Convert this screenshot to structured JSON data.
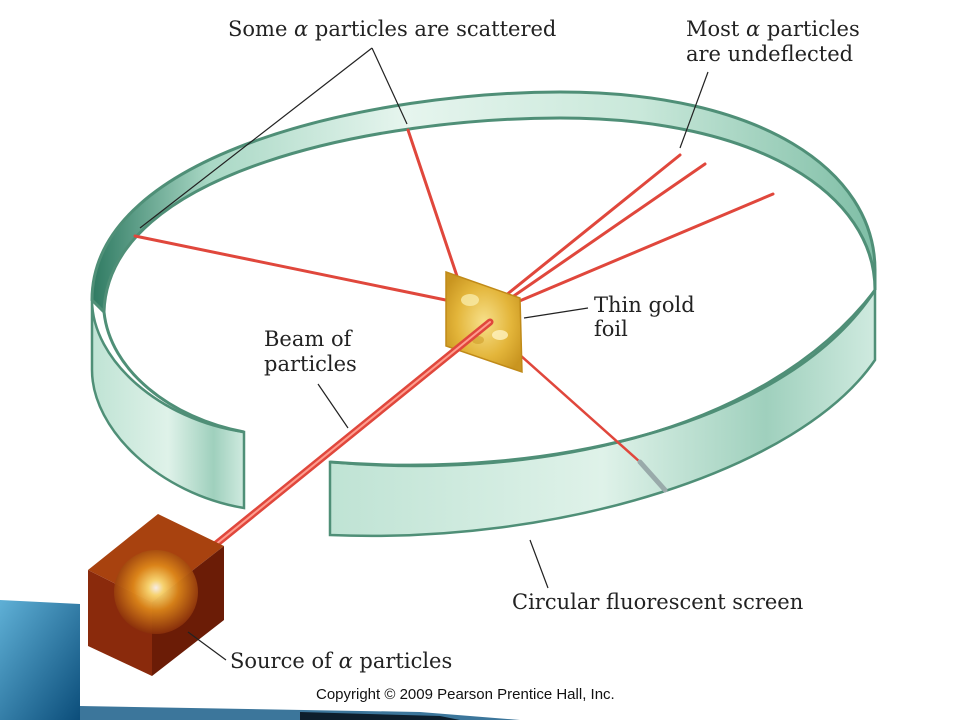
{
  "labels": {
    "scattered_before": "Some ",
    "alpha": "α",
    "scattered_after": " particles are scattered",
    "undeflected_line1_before": "Most ",
    "undeflected_line1_after": " particles",
    "undeflected_line2": "are undeflected",
    "foil_line1": "Thin gold",
    "foil_line2": "foil",
    "beam_line1": "Beam of",
    "beam_line2": "particles",
    "screen": "Circular fluorescent screen",
    "source_before": "Source of ",
    "source_after": " particles"
  },
  "copyright": "Copyright © 2009 Pearson Prentice Hall, Inc.",
  "colors": {
    "ring_stroke": "#5e9e86",
    "ring_fill": "#cfeadf",
    "beam": "#e0473c",
    "gold": "#e8b93a",
    "source_cube": "#8a2a0c",
    "deco_blue": "#1e6e9e"
  }
}
